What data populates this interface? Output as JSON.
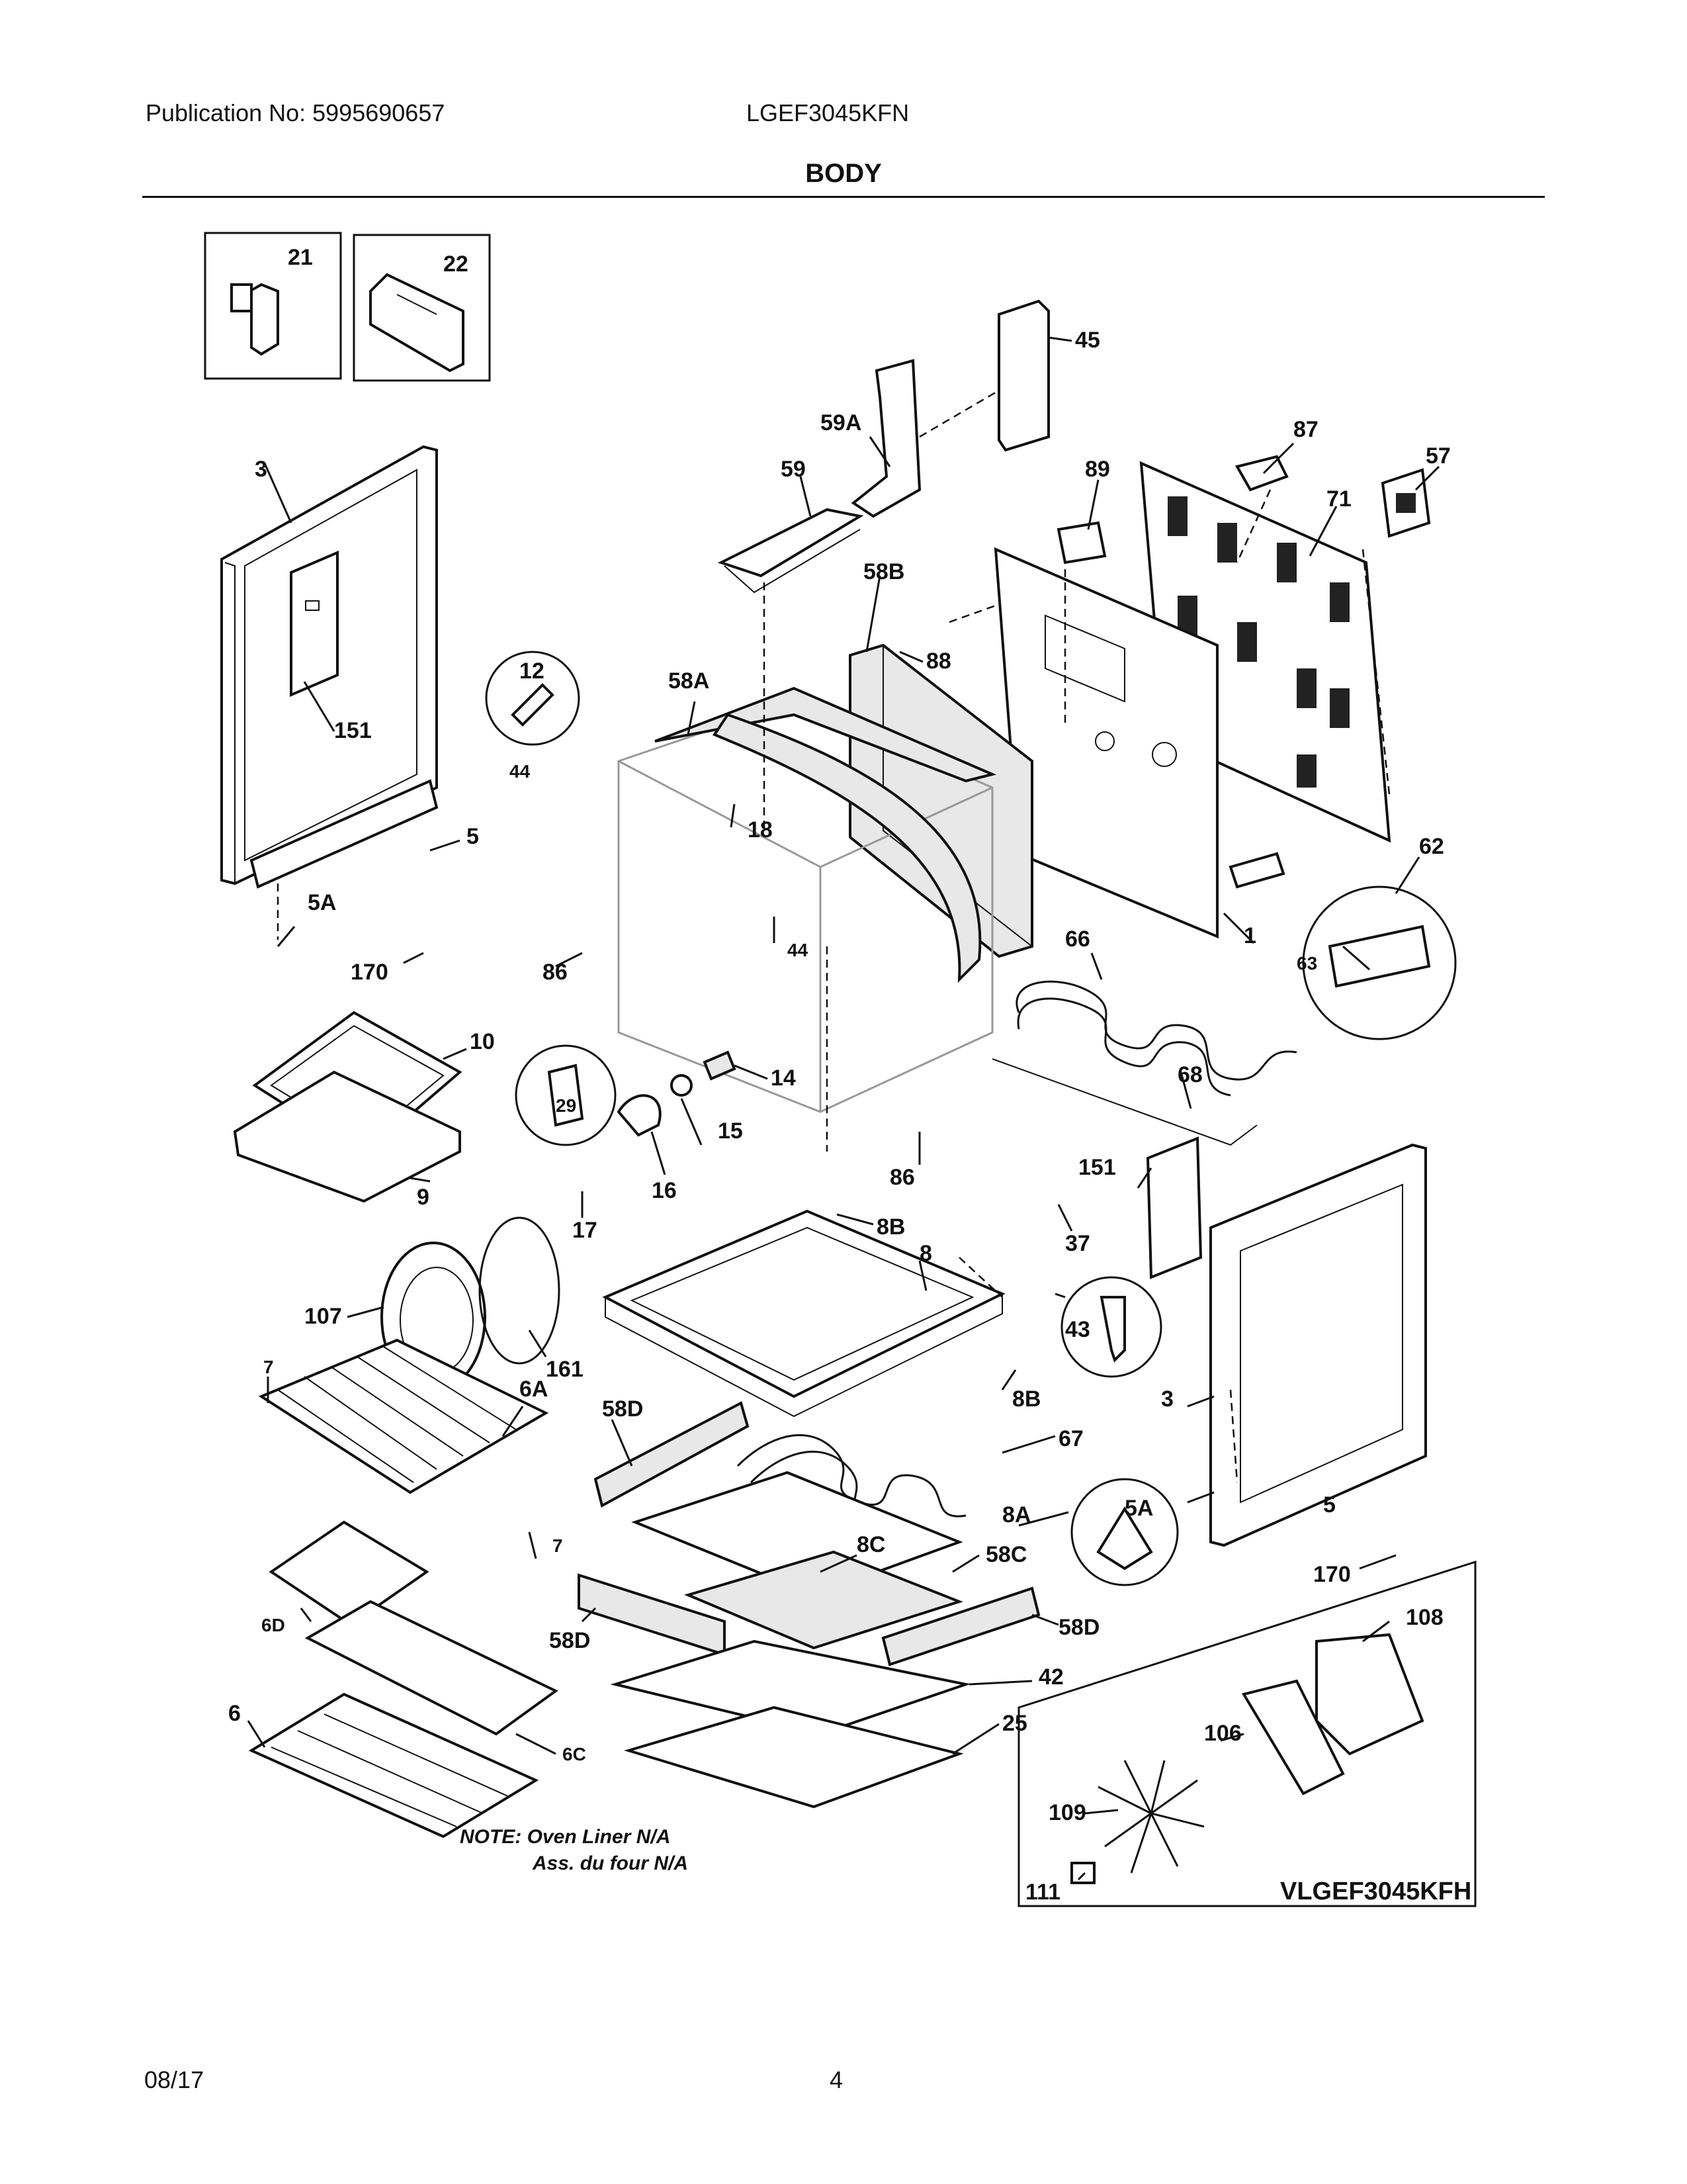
{
  "header": {
    "publication": "Publication No: 5995690657",
    "model": "LGEF3045KFN",
    "section": "BODY"
  },
  "footer": {
    "date": "08/17",
    "page": "4"
  },
  "callouts": {
    "c21": "21",
    "c22": "22",
    "c45": "45",
    "c59A": "59A",
    "c87": "87",
    "c57": "57",
    "c3a": "3",
    "c59": "59",
    "c89": "89",
    "c71": "71",
    "c58B": "58B",
    "c88": "88",
    "c12": "12",
    "c58A": "58A",
    "c151a": "151",
    "c44a": "44",
    "c18": "18",
    "c5a": "5",
    "c62": "62",
    "c5Aa": "5A",
    "c44b": "44",
    "c63": "63",
    "c66": "66",
    "c1": "1",
    "c170a": "170",
    "c86a": "86",
    "c10": "10",
    "c29": "29",
    "c14": "14",
    "c15": "15",
    "c68": "68",
    "c9": "9",
    "c16": "16",
    "c86b": "86",
    "c151b": "151",
    "c17": "17",
    "c8B1": "8B",
    "c37": "37",
    "c8": "8",
    "c107": "107",
    "c43": "43",
    "c161": "161",
    "c7a": "7",
    "c6A": "6A",
    "c8B2": "8B",
    "c3b": "3",
    "c58Da": "58D",
    "c67": "67",
    "c5Ab": "5A",
    "c5b": "5",
    "c8A": "8A",
    "c7b": "7",
    "c8C": "8C",
    "c58C": "58C",
    "c170b": "170",
    "c6D": "6D",
    "c58Db": "58D",
    "c58Dc": "58D",
    "c108": "108",
    "c42": "42",
    "c6": "6",
    "c25": "25",
    "c106": "106",
    "c6C": "6C",
    "c109": "109",
    "c111": "111"
  },
  "note": {
    "line1": "NOTE: Oven Liner N/A",
    "line2": "Ass. du four N/A"
  },
  "variant_model": "VLGEF3045KFH"
}
